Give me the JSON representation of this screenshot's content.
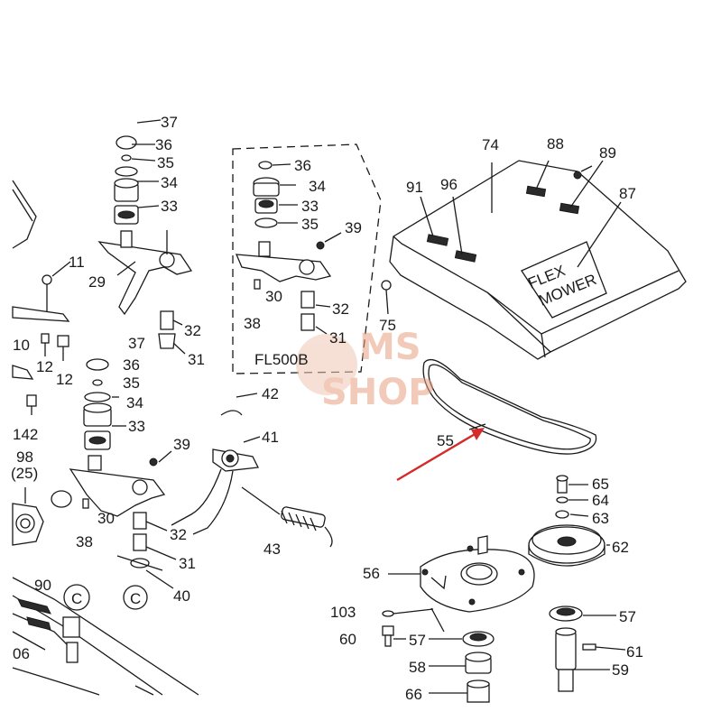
{
  "colors": {
    "line": "#1a1a1a",
    "arrow": "#d42a2a",
    "watermark": "#e8a080"
  },
  "kit_box_label": "FL500B",
  "cover_text": {
    "line1": "FLEX",
    "line2": "MOWER"
  },
  "watermark": {
    "line1": "MS",
    "line2": "SHOP"
  },
  "circle_marker": "C",
  "labels": {
    "l37a": "37",
    "l36a": "36",
    "l35a": "35",
    "l34a": "34",
    "l33a": "33",
    "l29": "29",
    "l32a": "32",
    "l31a": "31",
    "l11": "11",
    "l10": "10",
    "l12a": "12",
    "l12b": "12",
    "l142": "142",
    "l37b": "37",
    "l36b": "36",
    "l35b": "35",
    "l34b": "34",
    "l33b": "33",
    "l39b": "39",
    "l30b": "30",
    "l38b": "38",
    "l32b": "32",
    "l31b": "31",
    "l40": "40",
    "l98": "98",
    "l25": "(25)",
    "l90": "90",
    "l06": "06",
    "l36k": "36",
    "l34k": "34",
    "l33k": "33",
    "l35k": "35",
    "l39k": "39",
    "l30k": "30",
    "l38k": "38",
    "l32k": "32",
    "l31k": "31",
    "l42": "42",
    "l41": "41",
    "l43": "43",
    "l74": "74",
    "l88": "88",
    "l89": "89",
    "l91": "91",
    "l96": "96",
    "l87": "87",
    "l75": "75",
    "l55": "55",
    "l65": "65",
    "l64": "64",
    "l63": "63",
    "l62": "62",
    "l56": "56",
    "l103": "103",
    "l60": "60",
    "l57a": "57",
    "l58": "58",
    "l66": "66",
    "l57b": "57",
    "l61": "61",
    "l59": "59"
  }
}
